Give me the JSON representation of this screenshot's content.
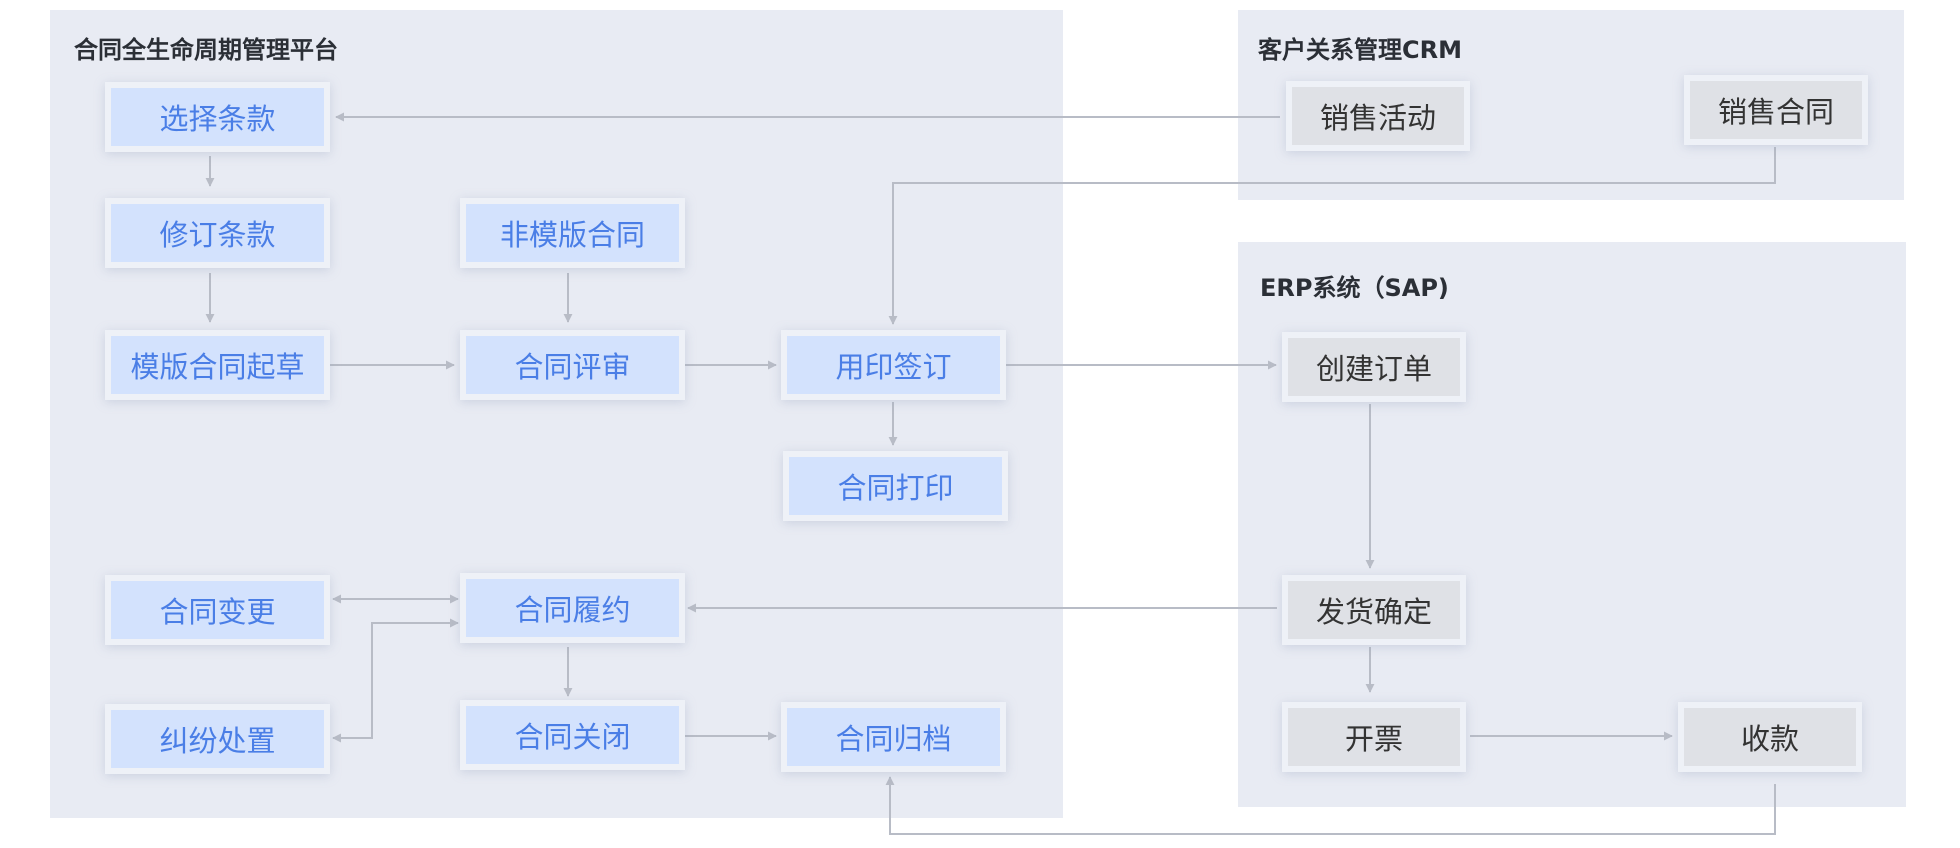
{
  "panels": {
    "clm": "合同全生命周期管理平台",
    "crm": "客户关系管理CRM",
    "erp": "ERP系统（SAP)"
  },
  "nodes": {
    "select_terms": "选择条款",
    "revise_terms": "修订条款",
    "template_draft": "模版合同起草",
    "non_template": "非模版合同",
    "review": "合同评审",
    "seal_sign": "用印签订",
    "print": "合同打印",
    "change": "合同变更",
    "fulfill": "合同履约",
    "dispute": "纠纷处置",
    "close": "合同关闭",
    "archive": "合同归档",
    "sales_activity": "销售活动",
    "sales_contract": "销售合同",
    "create_order": "创建订单",
    "delivery_confirm": "发货确定",
    "invoice": "开票",
    "payment": "收款"
  },
  "colors": {
    "panel_bg": "#e8ebf3",
    "blue_node_bg": "#d3e2fd",
    "blue_node_text": "#4a7ee6",
    "gray_node_bg": "#dfe1e6",
    "gray_node_text": "#333333",
    "connector": "#b8bcc6"
  }
}
